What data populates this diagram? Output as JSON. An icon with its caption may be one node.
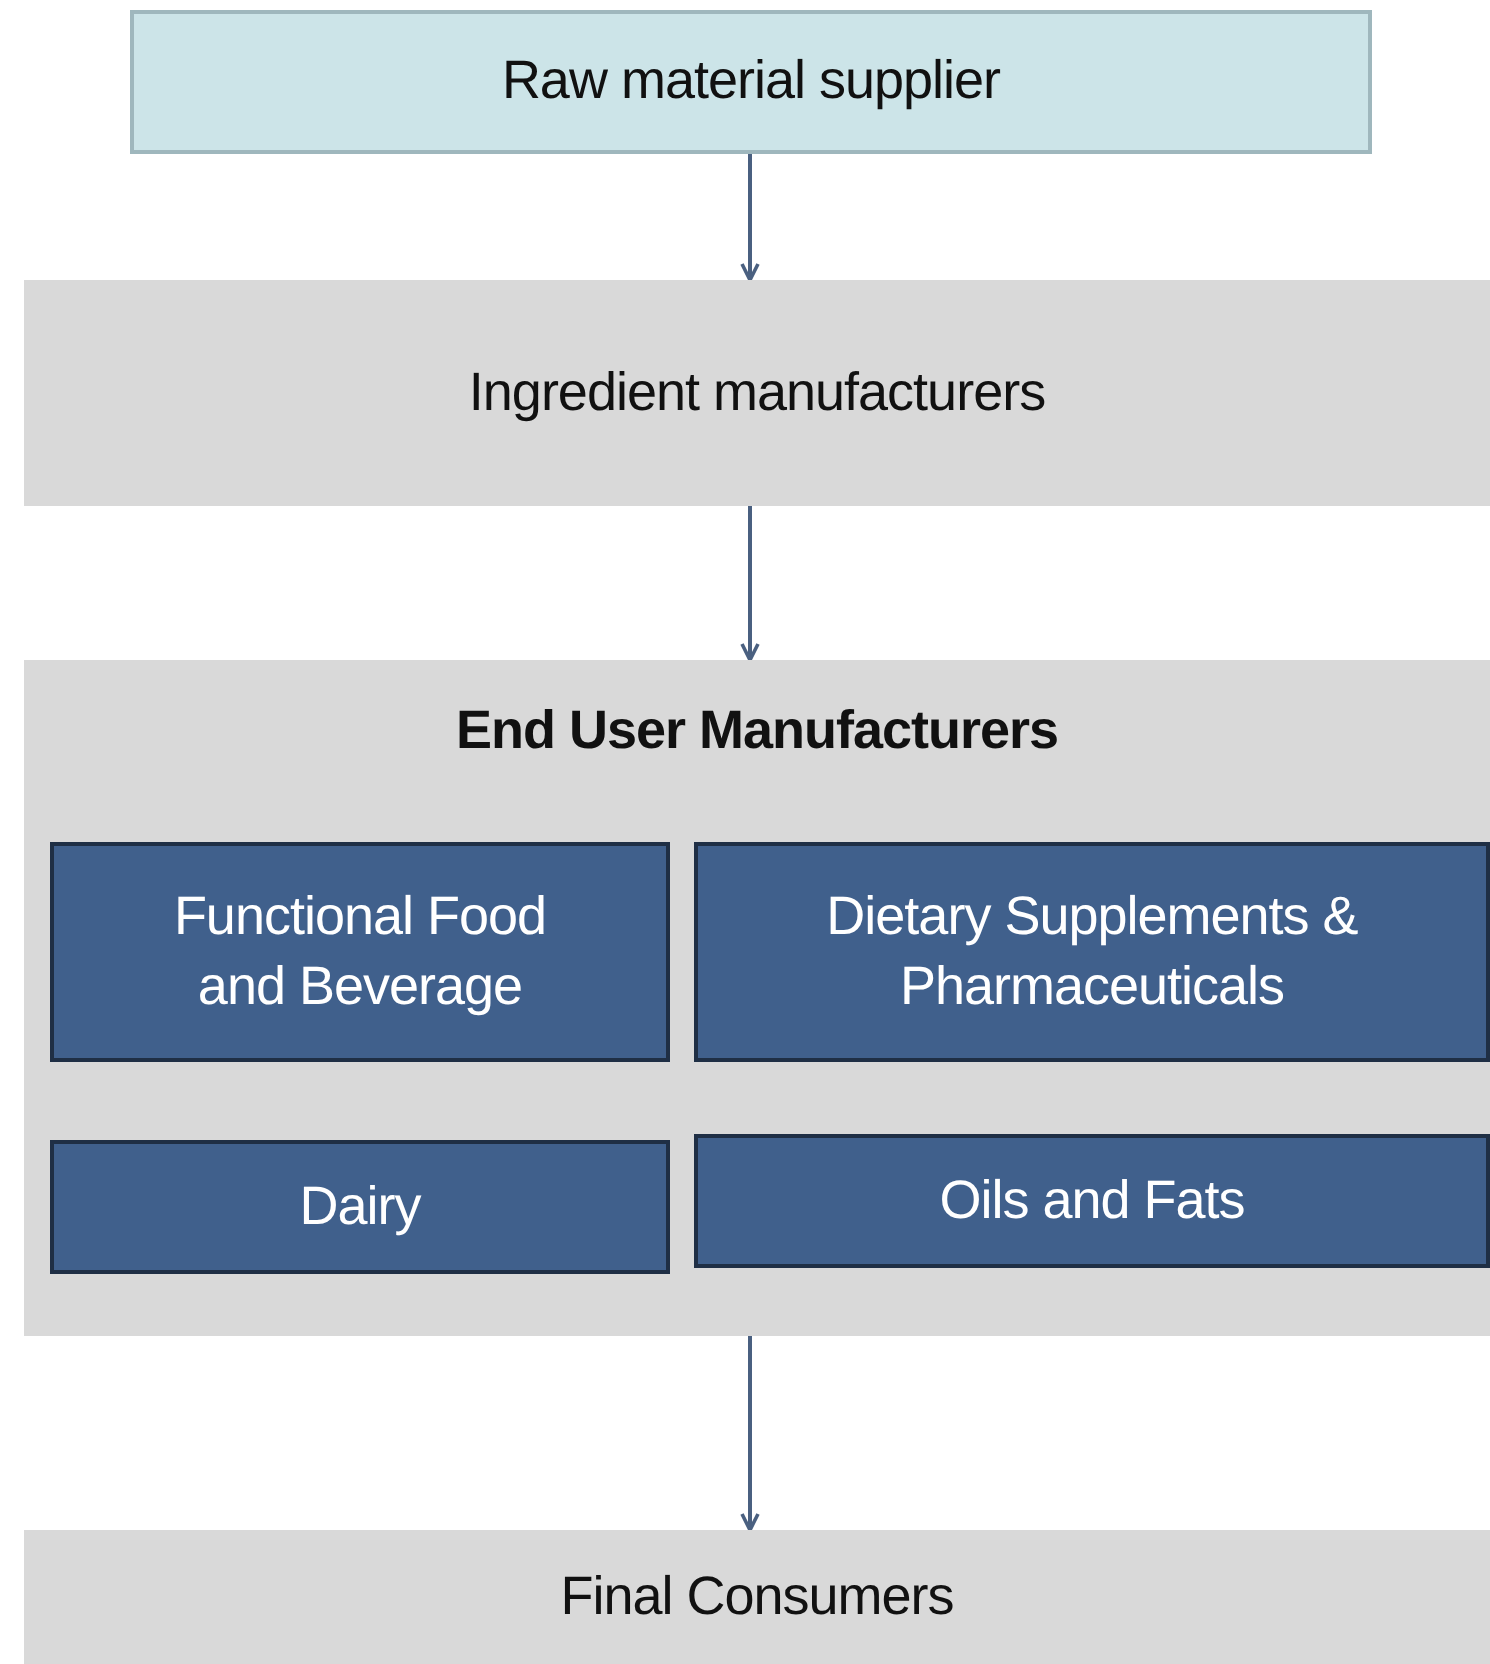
{
  "diagram": {
    "nodes": [
      {
        "text": [
          "Raw material supplier"
        ]
      },
      {
        "text": [
          "Ingredient manufacturers"
        ]
      },
      {
        "text": [
          "End User Manufacturers"
        ]
      },
      {
        "text": [
          "Functional Food and Beverage"
        ],
        "in": 2
      },
      {
        "text": [
          "Dietary Supplements & Pharmaceuticals"
        ],
        "in": 2
      },
      {
        "text": [
          "Dairy"
        ],
        "in": 2
      },
      {
        "text": [
          "Oils and Fats"
        ],
        "in": 2
      },
      {
        "text": [
          "Final Consumers"
        ]
      }
    ],
    "edges": [
      {
        "from": 0,
        "to": 1,
        "arrow": "to"
      },
      {
        "from": 1,
        "to": 2,
        "arrow": "to"
      },
      {
        "from": 2,
        "to": 7,
        "arrow": "to"
      }
    ]
  }
}
